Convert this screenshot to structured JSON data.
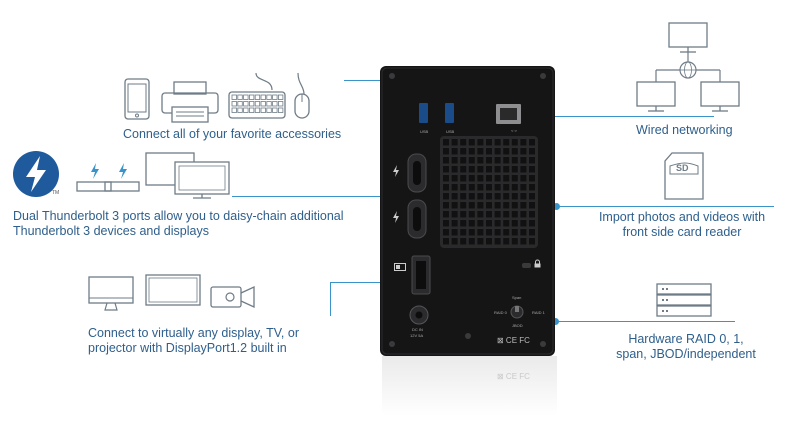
{
  "labels": {
    "accessories": "Connect all of your favorite accessories",
    "thunderbolt_line1": "Dual Thunderbolt 3 ports allow you to daisy-chain additional",
    "thunderbolt_line2": "Thunderbolt 3 devices and displays",
    "display_line1": "Connect to virtually any display, TV, or",
    "display_line2": "projector with DisplayPort1.2 built in",
    "network": "Wired networking",
    "card_line1": "Import photos and videos with",
    "card_line2": "front side card reader",
    "raid_line1": "Hardware RAID 0, 1,",
    "raid_line2": "span, JBOD/independent"
  },
  "device": {
    "usb_label_1": "USB",
    "usb_label_2": "USB",
    "ethernet_label": "<·>",
    "mode_span": "Span",
    "mode_raid0": "RAID 0",
    "mode_raid1": "RAID 1",
    "mode_jbod": "JBOD",
    "dc_in_line1": "DC IN",
    "dc_in_line2": "12V 5A",
    "cert_marks": "⊠ CE FC",
    "reflection_marks": "⊠ CE FC"
  },
  "icons": {
    "thunderbolt_tm": "TM",
    "sd_card_text": "SD"
  },
  "colors": {
    "accent": "#3a93c9",
    "text": "#2e5f8c",
    "icon_stroke": "#6f7c87",
    "thunderbolt": "#1e5a9c"
  }
}
